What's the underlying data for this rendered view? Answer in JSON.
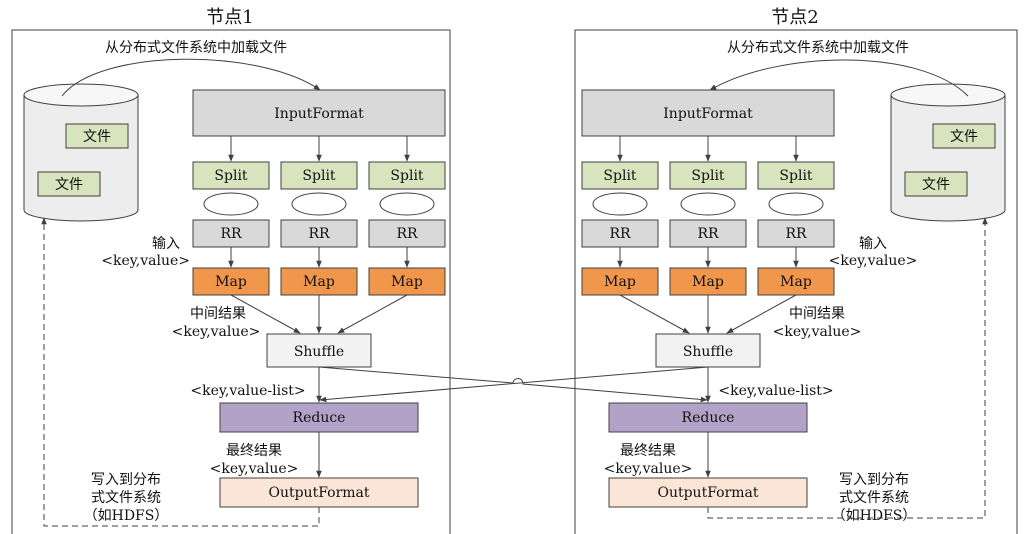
{
  "nodes": [
    {
      "title": "节点1",
      "load_label": "从分布式文件系统中加载文件",
      "files": [
        "文件",
        "文件"
      ],
      "input_format": "InputFormat",
      "splits": [
        "Split",
        "Split",
        "Split"
      ],
      "rrs": [
        "RR",
        "RR",
        "RR"
      ],
      "maps": [
        "Map",
        "Map",
        "Map"
      ],
      "input_label": [
        "输入",
        "<key,value>"
      ],
      "intermediate_label": [
        "中间结果",
        "<key,value>"
      ],
      "shuffle": "Shuffle",
      "reduce_input_label": "<key,value-list>",
      "reduce": "Reduce",
      "final_label": [
        "最终结果",
        "<key,value>"
      ],
      "output_format": "OutputFormat",
      "write_label": [
        "写入到分布",
        "式文件系统",
        "（如HDFS）"
      ]
    },
    {
      "title": "节点2",
      "load_label": "从分布式文件系统中加载文件",
      "files": [
        "文件",
        "文件"
      ],
      "input_format": "InputFormat",
      "splits": [
        "Split",
        "Split",
        "Split"
      ],
      "rrs": [
        "RR",
        "RR",
        "RR"
      ],
      "maps": [
        "Map",
        "Map",
        "Map"
      ],
      "input_label": [
        "输入",
        "<key,value>"
      ],
      "intermediate_label": [
        "中间结果",
        "<key,value>"
      ],
      "shuffle": "Shuffle",
      "reduce_input_label": "<key,value-list>",
      "reduce": "Reduce",
      "final_label": [
        "最终结果",
        "<key,value>"
      ],
      "output_format": "OutputFormat",
      "write_label": [
        "写入到分布",
        "式文件系统",
        "（如HDFS）"
      ]
    }
  ],
  "colors": {
    "input_format": "#d9d9d9",
    "split": "#d7e4bd",
    "rr": "#d9d9d9",
    "map": "#f0974c",
    "shuffle": "#f2f2f2",
    "reduce": "#b3a2c7",
    "output_format": "#fbe5d6",
    "file_box": "#d7e4bd",
    "disk": "#ededed",
    "line": "#404040"
  }
}
